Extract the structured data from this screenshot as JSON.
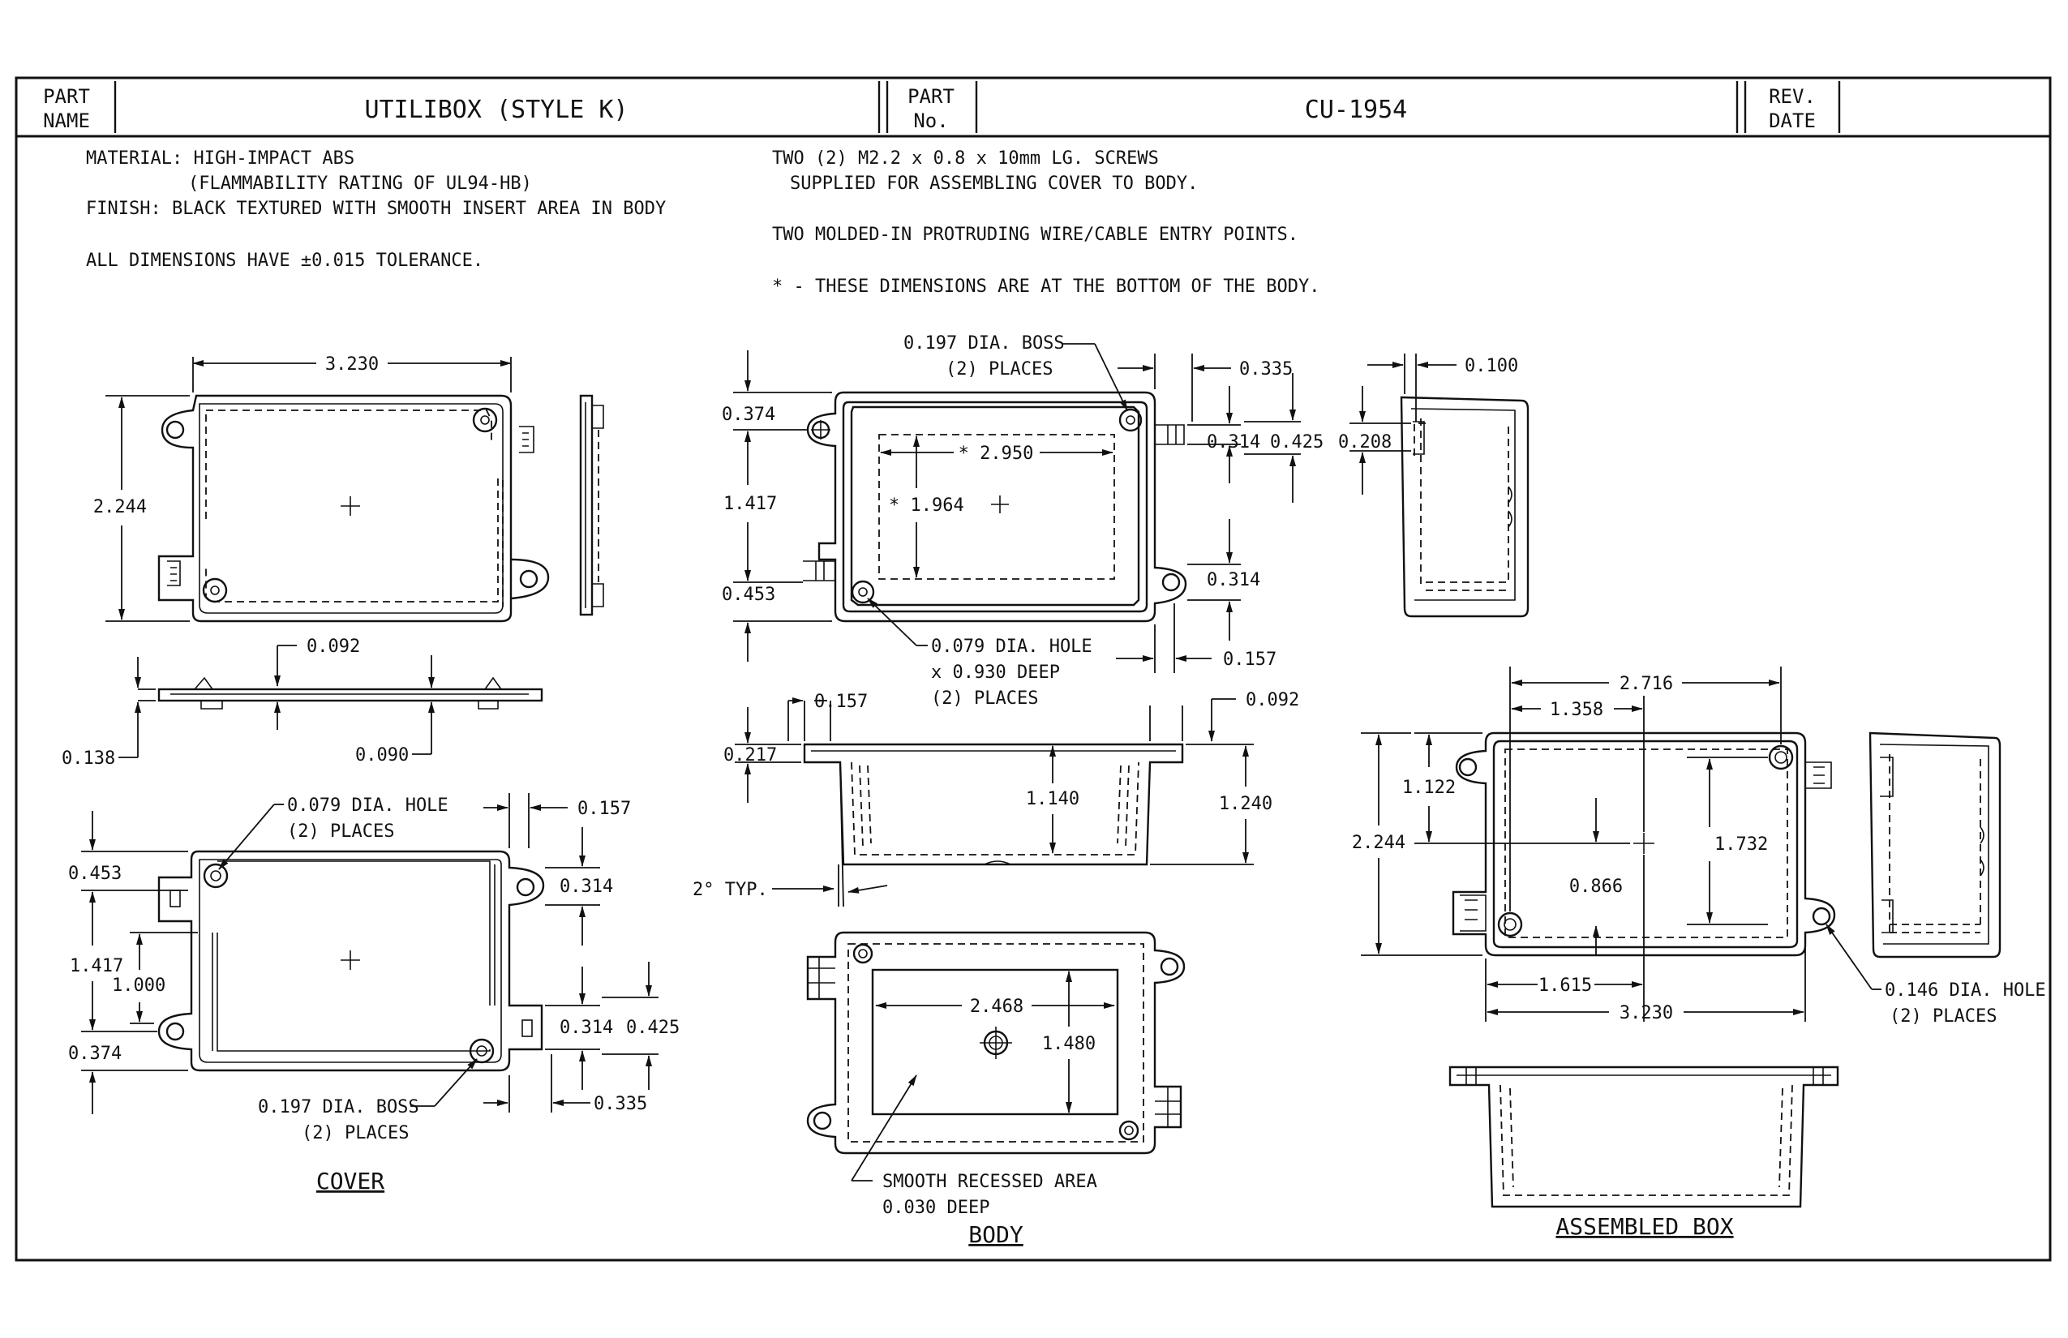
{
  "title_block": {
    "part_name_label_1": "PART",
    "part_name_label_2": "NAME",
    "part_name": "UTILIBOX (STYLE K)",
    "part_no_label_1": "PART",
    "part_no_label_2": "No.",
    "part_no": "CU-1954",
    "rev_label_1": "REV.",
    "rev_label_2": "DATE"
  },
  "notes_left": [
    "MATERIAL: HIGH-IMPACT ABS",
    "(FLAMMABILITY RATING OF UL94-HB)",
    "FINISH: BLACK TEXTURED WITH SMOOTH INSERT AREA IN BODY",
    "ALL DIMENSIONS HAVE ±0.015 TOLERANCE."
  ],
  "notes_right": [
    "TWO (2) M2.2 x 0.8 x 10mm LG. SCREWS",
    "SUPPLIED FOR ASSEMBLING COVER TO BODY.",
    "TWO MOLDED-IN PROTRUDING WIRE/CABLE ENTRY POINTS.",
    "* - THESE DIMENSIONS ARE AT THE BOTTOM OF THE BODY."
  ],
  "section_titles": {
    "cover": "COVER",
    "body": "BODY",
    "assembled": "ASSEMBLED BOX"
  },
  "cover_top": {
    "width": "3.230",
    "height": "2.244"
  },
  "cover_side": {
    "d_092": "0.092",
    "d_138": "0.138",
    "d_090": "0.090"
  },
  "cover_bottom": {
    "hole_1": "0.079 DIA. HOLE",
    "hole_2": "(2) PLACES",
    "d_157": "0.157",
    "d_453": "0.453",
    "d_314a": "0.314",
    "d_1417": "1.417",
    "d_1000": "1.000",
    "d_374": "0.374",
    "d_314b": "0.314",
    "d_425": "0.425",
    "boss_1": "0.197 DIA. BOSS",
    "boss_2": "(2) PLACES",
    "d_335": "0.335"
  },
  "body_top": {
    "boss_1": "0.197 DIA. BOSS",
    "boss_2": "(2) PLACES",
    "d_335": "0.335",
    "d_374": "0.374",
    "d_2950": "* 2.950",
    "d_314a": "0.314",
    "d_425": "0.425",
    "d_1417": "1.417",
    "d_1964": "* 1.964",
    "d_314b": "0.314",
    "d_453": "0.453",
    "hole_1": "0.079 DIA. HOLE",
    "hole_2": "x 0.930 DEEP",
    "hole_3": "(2) PLACES",
    "d_157": "0.157"
  },
  "body_end": {
    "d_100": "0.100",
    "d_208": "0.208"
  },
  "body_side": {
    "d_157": "0.157",
    "d_092": "0.092",
    "d_217": "0.217",
    "d_1140": "1.140",
    "d_1240": "1.240",
    "typ": "2° TYP."
  },
  "body_bottom": {
    "d_2468": "2.468",
    "d_1480": "1.480",
    "smooth_1": "SMOOTH RECESSED AREA",
    "smooth_2": "0.030 DEEP"
  },
  "assembled": {
    "d_2716": "2.716",
    "d_1358": "1.358",
    "d_1122": "1.122",
    "d_2244": "2.244",
    "d_1732": "1.732",
    "d_0866": "0.866",
    "d_1615": "1.615",
    "d_3230": "3.230",
    "hole_1": "0.146 DIA. HOLE",
    "hole_2": "(2) PLACES"
  }
}
